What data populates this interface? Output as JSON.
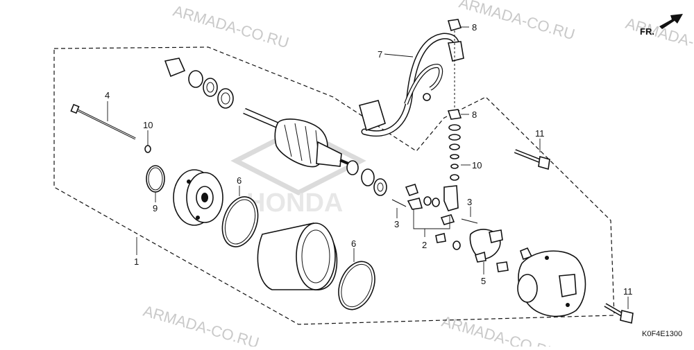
{
  "watermarks": [
    "ARMADA-CO.RU",
    "ARMADA-CO.RU",
    "ARMADA-CO.RU",
    "ARMADA-CO.RU",
    "ARMADA-CO.RU"
  ],
  "brand_watermark": "HONDA",
  "direction_label": "FR.",
  "diagram_code": "K0F4E1300",
  "callouts": [
    "1",
    "2",
    "3",
    "3",
    "4",
    "5",
    "6",
    "6",
    "7",
    "8",
    "8",
    "9",
    "10",
    "10",
    "11",
    "11"
  ]
}
